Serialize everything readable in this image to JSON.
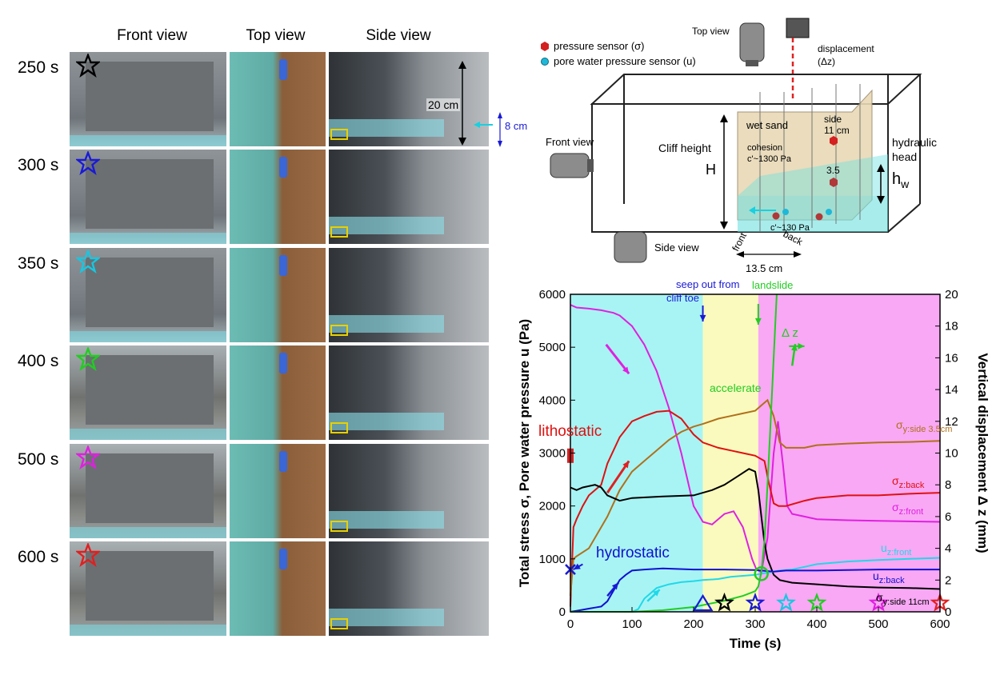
{
  "photos": {
    "columns": [
      "Front view",
      "Top view",
      "Side view"
    ],
    "rows": [
      {
        "time": "250 s",
        "star_color": "#000000"
      },
      {
        "time": "300 s",
        "star_color": "#1a1ad6"
      },
      {
        "time": "350 s",
        "star_color": "#19c6e0"
      },
      {
        "time": "400 s",
        "star_color": "#22cc22"
      },
      {
        "time": "500 s",
        "star_color": "#e020e0"
      },
      {
        "time": "600 s",
        "star_color": "#e02020"
      }
    ],
    "side_annotations": {
      "height": "20 cm",
      "water": "8 cm"
    }
  },
  "schematic": {
    "legend_pressure": "pressure sensor (σ)",
    "legend_pore": "pore water pressure sensor (u)",
    "top_view": "Top view",
    "displacement": "displacement",
    "displacement_sym": "(Δz)",
    "front_view": "Front view",
    "side_view": "Side view",
    "cliff_height": "Cliff height",
    "H": "H",
    "wet_sand": "wet sand",
    "cohesion": "cohesion",
    "c1": "c'~1300 Pa",
    "c2": "c'~130 Pa",
    "side": "side",
    "side_11": "11 cm",
    "side_35": "3.5",
    "hydraulic": "hydraulic",
    "head": "head",
    "hw": "h",
    "hw_sub": "w",
    "front": "front",
    "back": "back",
    "width": "13.5 cm",
    "colors": {
      "pressure": "#d42020",
      "pore": "#20b8d8",
      "water": "#6fe0e0",
      "sand": "#e8d9b5"
    }
  },
  "chart_data": {
    "type": "line",
    "xlabel": "Time (s)",
    "ylabel_left": "Total stress σ, Pore water pressure u (Pa)",
    "ylabel_right": "Vertical displacement Δ z (mm)",
    "xlim": [
      0,
      600
    ],
    "ylim_left": [
      0,
      6000
    ],
    "ylim_right": [
      0,
      20
    ],
    "xticks": [
      "0",
      "100",
      "200",
      "300",
      "400",
      "500",
      "600"
    ],
    "yticks_left": [
      "0",
      "1000",
      "2000",
      "3000",
      "4000",
      "5000",
      "6000"
    ],
    "yticks_right": [
      "0",
      "2",
      "4",
      "6",
      "8",
      "10",
      "12",
      "14",
      "16",
      "18",
      "20"
    ],
    "phases": [
      {
        "from": 0,
        "to": 215,
        "color": "#a8f4f4"
      },
      {
        "from": 215,
        "to": 305,
        "color": "#fafabe"
      },
      {
        "from": 305,
        "to": 600,
        "color": "#f8a8f4"
      }
    ],
    "annotations": {
      "seep_out": "seep out from",
      "cliff_toe": "cliff toe",
      "landslide": "landslide",
      "accelerate": "accelerate",
      "lithostatic": "lithostatic",
      "hydrostatic": "hydrostatic",
      "delta_z": "Δ z"
    },
    "series": [
      {
        "label": "σ",
        "label_sub": "z:front",
        "color": "#e020e0",
        "x": [
          0,
          10,
          30,
          50,
          70,
          80,
          100,
          120,
          140,
          160,
          180,
          200,
          215,
          230,
          250,
          265,
          280,
          295,
          302,
          310,
          320,
          330,
          337,
          345,
          352,
          360,
          380,
          400,
          450,
          500,
          550,
          600
        ],
        "y": [
          5800,
          5750,
          5730,
          5700,
          5650,
          5600,
          5400,
          5050,
          4550,
          3850,
          3000,
          2000,
          1700,
          1650,
          1850,
          1900,
          1600,
          1000,
          800,
          750,
          1400,
          3000,
          3600,
          2800,
          2000,
          1850,
          1800,
          1750,
          1730,
          1720,
          1710,
          1700
        ]
      },
      {
        "label": "σ",
        "label_sub": "z:back",
        "color": "#e01010",
        "x": [
          0,
          5,
          10,
          20,
          30,
          40,
          50,
          60,
          80,
          100,
          120,
          140,
          160,
          180,
          200,
          215,
          240,
          260,
          280,
          300,
          315,
          322,
          330,
          338,
          350,
          380,
          400,
          450,
          500,
          550,
          600
        ],
        "y": [
          100,
          1600,
          1750,
          2000,
          2200,
          2300,
          2400,
          2800,
          3300,
          3600,
          3700,
          3780,
          3800,
          3650,
          3350,
          3200,
          3100,
          3050,
          3000,
          2950,
          2850,
          2450,
          2050,
          2000,
          2000,
          2100,
          2150,
          2200,
          2200,
          2230,
          2250
        ]
      },
      {
        "label": "σ",
        "label_sub": "y:side 3.5cm",
        "color": "#b0701a",
        "x": [
          0,
          5,
          10,
          30,
          60,
          80,
          100,
          120,
          140,
          160,
          180,
          200,
          215,
          240,
          260,
          280,
          300,
          310,
          320,
          330,
          340,
          350,
          380,
          400,
          450,
          500,
          550,
          600
        ],
        "y": [
          300,
          1000,
          1050,
          1200,
          1800,
          2300,
          2650,
          2850,
          3050,
          3250,
          3400,
          3500,
          3550,
          3650,
          3700,
          3750,
          3800,
          3900,
          4000,
          3700,
          3200,
          3100,
          3100,
          3150,
          3180,
          3200,
          3210,
          3230
        ]
      },
      {
        "label": "σ",
        "label_sub": "y:side 11cm",
        "color": "#000000",
        "x": [
          0,
          10,
          20,
          40,
          50,
          60,
          80,
          100,
          150,
          200,
          230,
          250,
          270,
          290,
          300,
          305,
          310,
          315,
          320,
          330,
          340,
          360,
          400,
          450,
          500,
          550,
          600
        ],
        "y": [
          2350,
          2300,
          2350,
          2400,
          2350,
          2200,
          2100,
          2150,
          2180,
          2200,
          2300,
          2400,
          2550,
          2700,
          2650,
          2300,
          1800,
          1300,
          1000,
          700,
          600,
          550,
          520,
          480,
          460,
          450,
          430
        ]
      },
      {
        "label": "u",
        "label_sub": "z:front",
        "color": "#20d8e8",
        "x": [
          0,
          100,
          110,
          120,
          140,
          160,
          180,
          200,
          215,
          240,
          260,
          280,
          300,
          310,
          320,
          340,
          360,
          380,
          400,
          450,
          500,
          550,
          600
        ],
        "y": [
          0,
          0,
          50,
          250,
          450,
          520,
          560,
          580,
          600,
          620,
          660,
          680,
          700,
          720,
          740,
          780,
          800,
          850,
          900,
          950,
          980,
          1000,
          1020
        ]
      },
      {
        "label": "u",
        "label_sub": "z:back",
        "color": "#1010d0",
        "x": [
          0,
          10,
          20,
          30,
          40,
          50,
          60,
          70,
          80,
          90,
          100,
          120,
          150,
          200,
          250,
          300,
          330,
          350,
          400,
          450,
          500,
          550,
          600
        ],
        "y": [
          0,
          20,
          40,
          60,
          80,
          100,
          200,
          400,
          600,
          700,
          780,
          800,
          820,
          800,
          800,
          790,
          760,
          780,
          780,
          790,
          800,
          800,
          800
        ]
      },
      {
        "label": "Δz",
        "label_sub": "",
        "color": "#22cc22",
        "axis": "right",
        "x": [
          0,
          100,
          150,
          200,
          250,
          280,
          300,
          305,
          310,
          315,
          320,
          325,
          330,
          335
        ],
        "y": [
          0,
          0,
          0.1,
          0.3,
          0.7,
          1.0,
          1.3,
          1.6,
          2.5,
          4.5,
          8,
          12,
          16,
          20
        ]
      }
    ],
    "markers": [
      {
        "x": 0,
        "y": 800,
        "shape": "x",
        "color": "#1a1ad6"
      },
      {
        "x": 0,
        "y": 2950,
        "shape": "square",
        "color": "#d42020"
      },
      {
        "x": 310,
        "y": 720,
        "shape": "circle",
        "color": "#22cc22"
      }
    ],
    "star_markers": [
      {
        "x": 215,
        "shape": "triangle",
        "color": "#1a1ad6"
      },
      {
        "x": 250,
        "shape": "star",
        "color": "#000000"
      },
      {
        "x": 300,
        "shape": "star",
        "color": "#1a1ad6"
      },
      {
        "x": 350,
        "shape": "star",
        "color": "#19c6e0"
      },
      {
        "x": 400,
        "shape": "star",
        "color": "#22cc22"
      },
      {
        "x": 500,
        "shape": "star",
        "color": "#e020e0"
      },
      {
        "x": 600,
        "shape": "star",
        "color": "#e02020"
      }
    ]
  }
}
